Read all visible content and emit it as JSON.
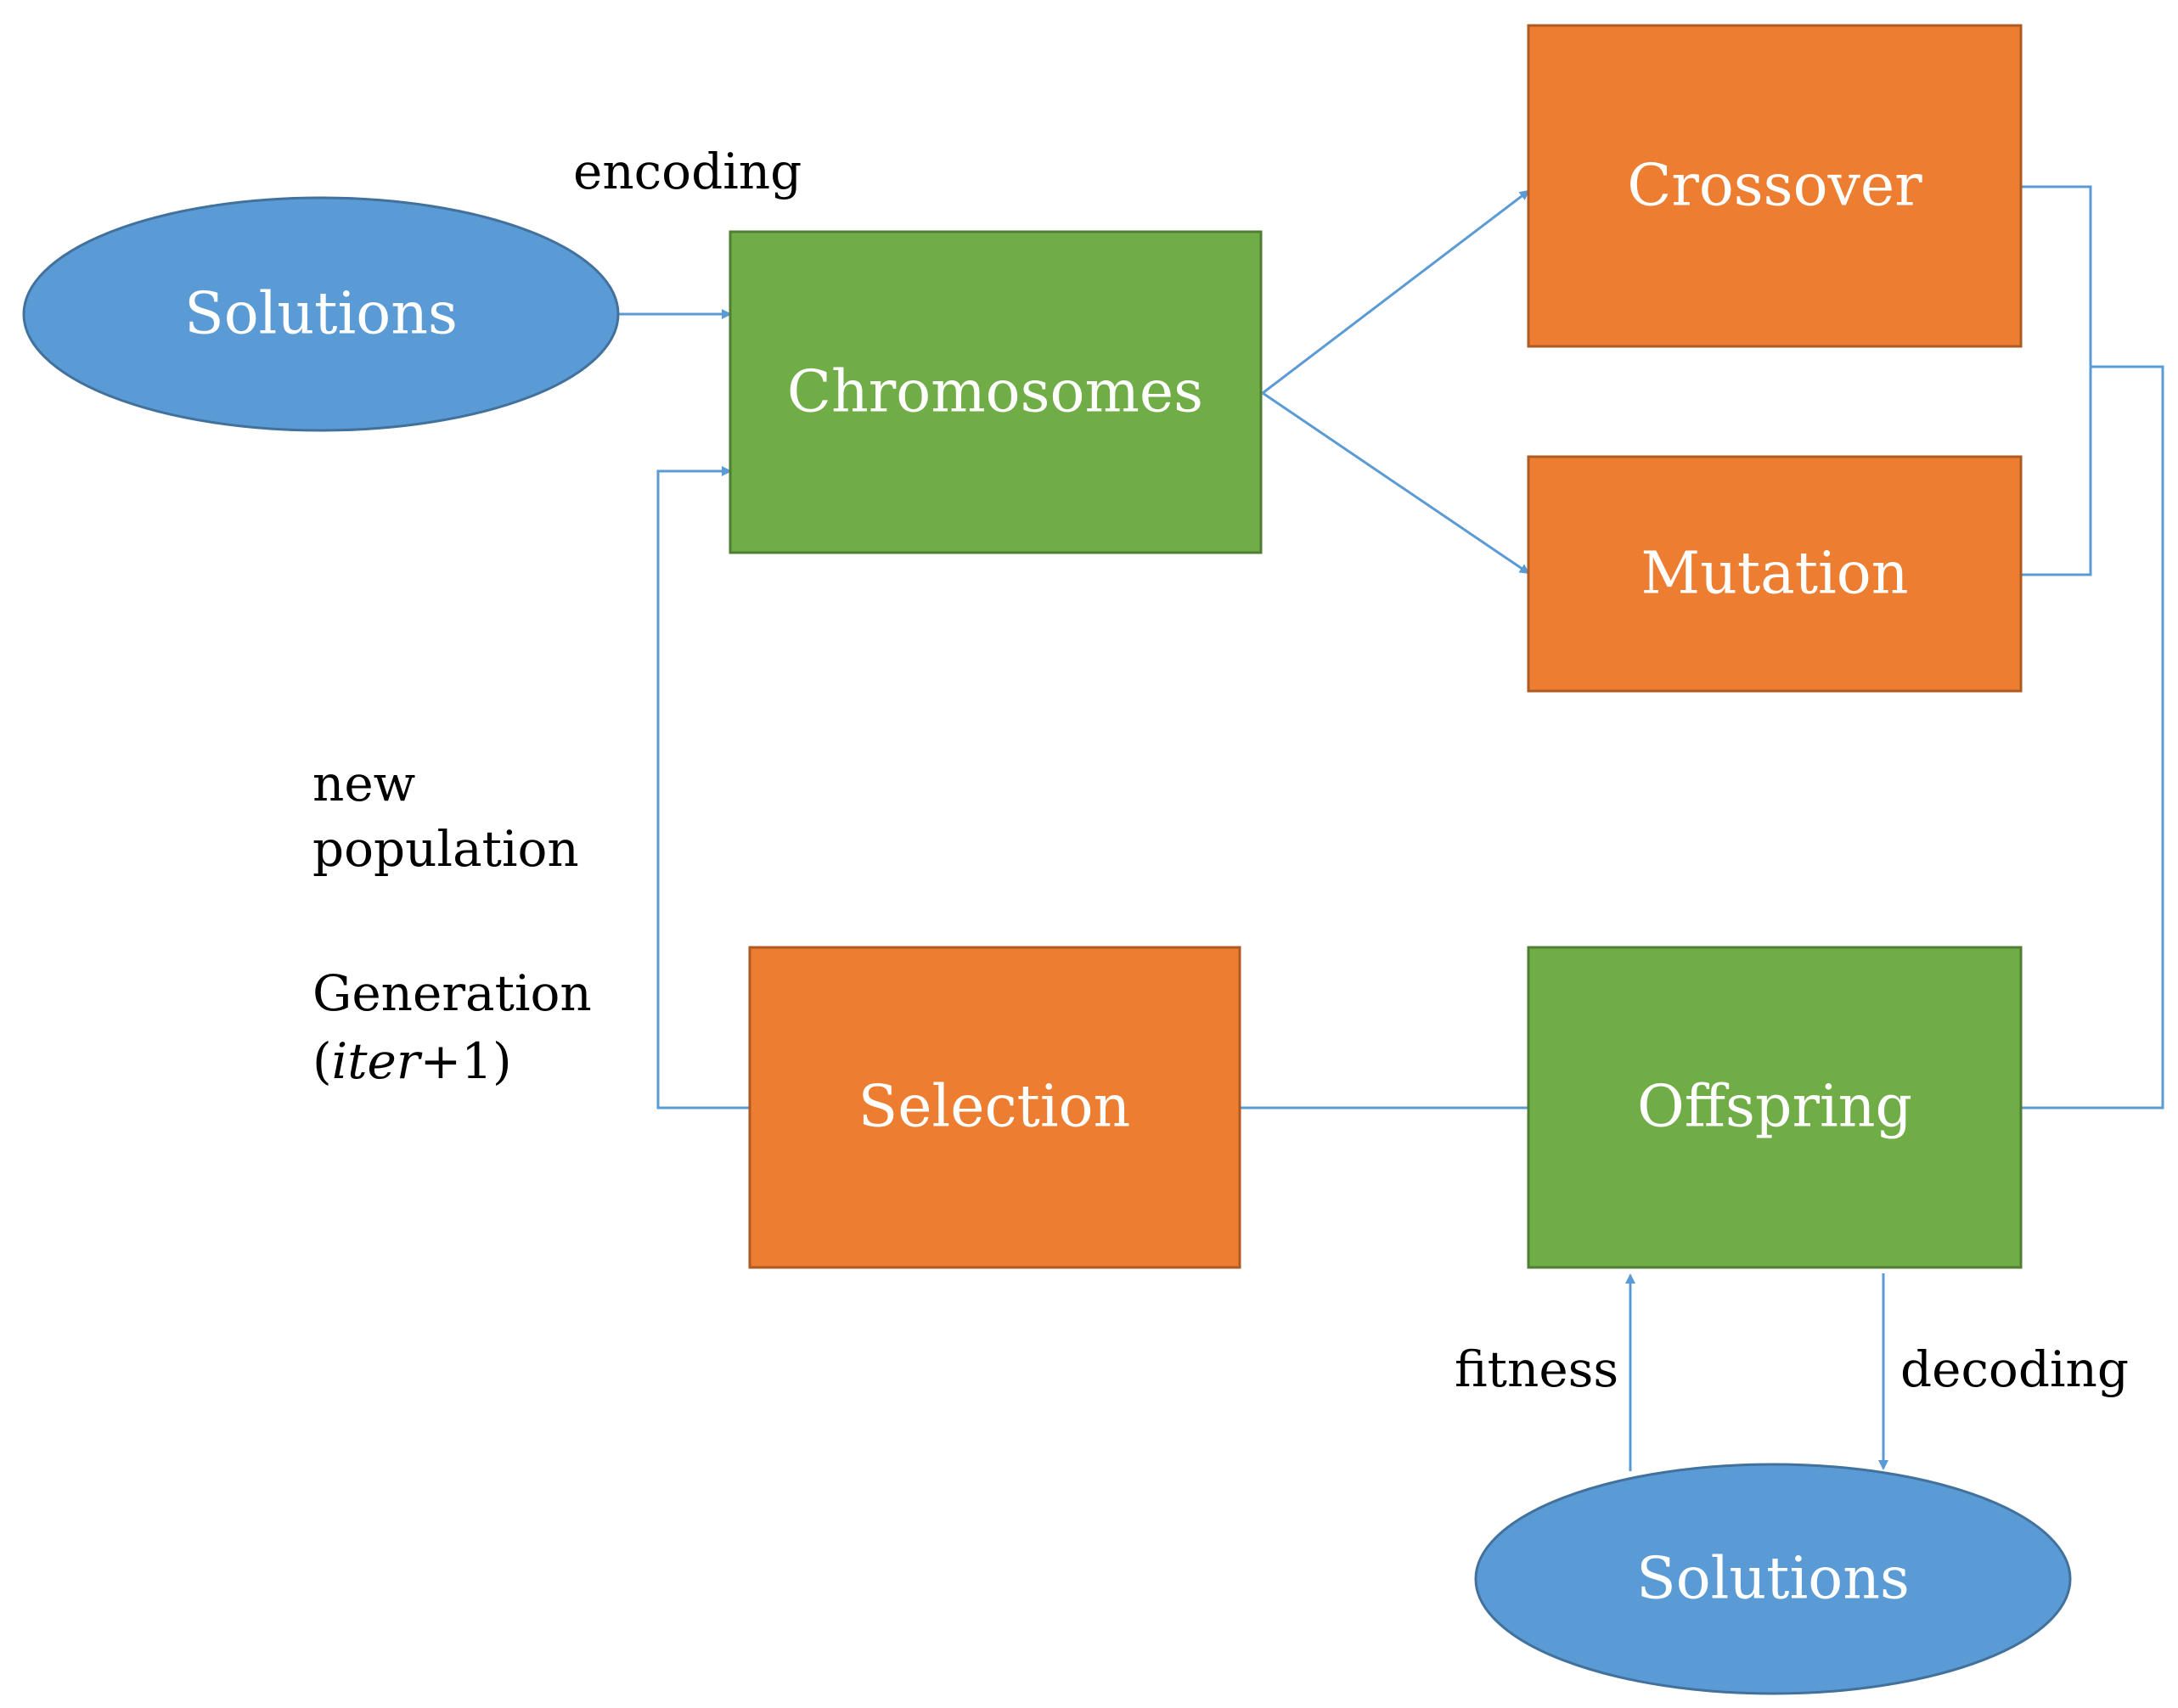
{
  "diagram": {
    "colors": {
      "ellipse_fill": "#5b9bd5",
      "ellipse_stroke": "#41719c",
      "green_fill": "#70ad47",
      "green_stroke": "#507e32",
      "orange_fill": "#ed7d31",
      "orange_stroke": "#ae5a21",
      "connector": "#5b9bd5"
    },
    "nodes": {
      "solutions_top": "Solutions",
      "chromosomes": "Chromosomes",
      "crossover": "Crossover",
      "mutation": "Mutation",
      "selection": "Selection",
      "offspring": "Offspring",
      "solutions_bottom": "Solutions"
    },
    "labels": {
      "encoding": "encoding",
      "new_population_line1": "new",
      "new_population_line2": "population",
      "generation_line1": "Generation",
      "generation_open_paren": "(",
      "generation_iter": "iter",
      "generation_suffix": "+1)",
      "fitness": "fitness",
      "decoding": "decoding"
    }
  }
}
